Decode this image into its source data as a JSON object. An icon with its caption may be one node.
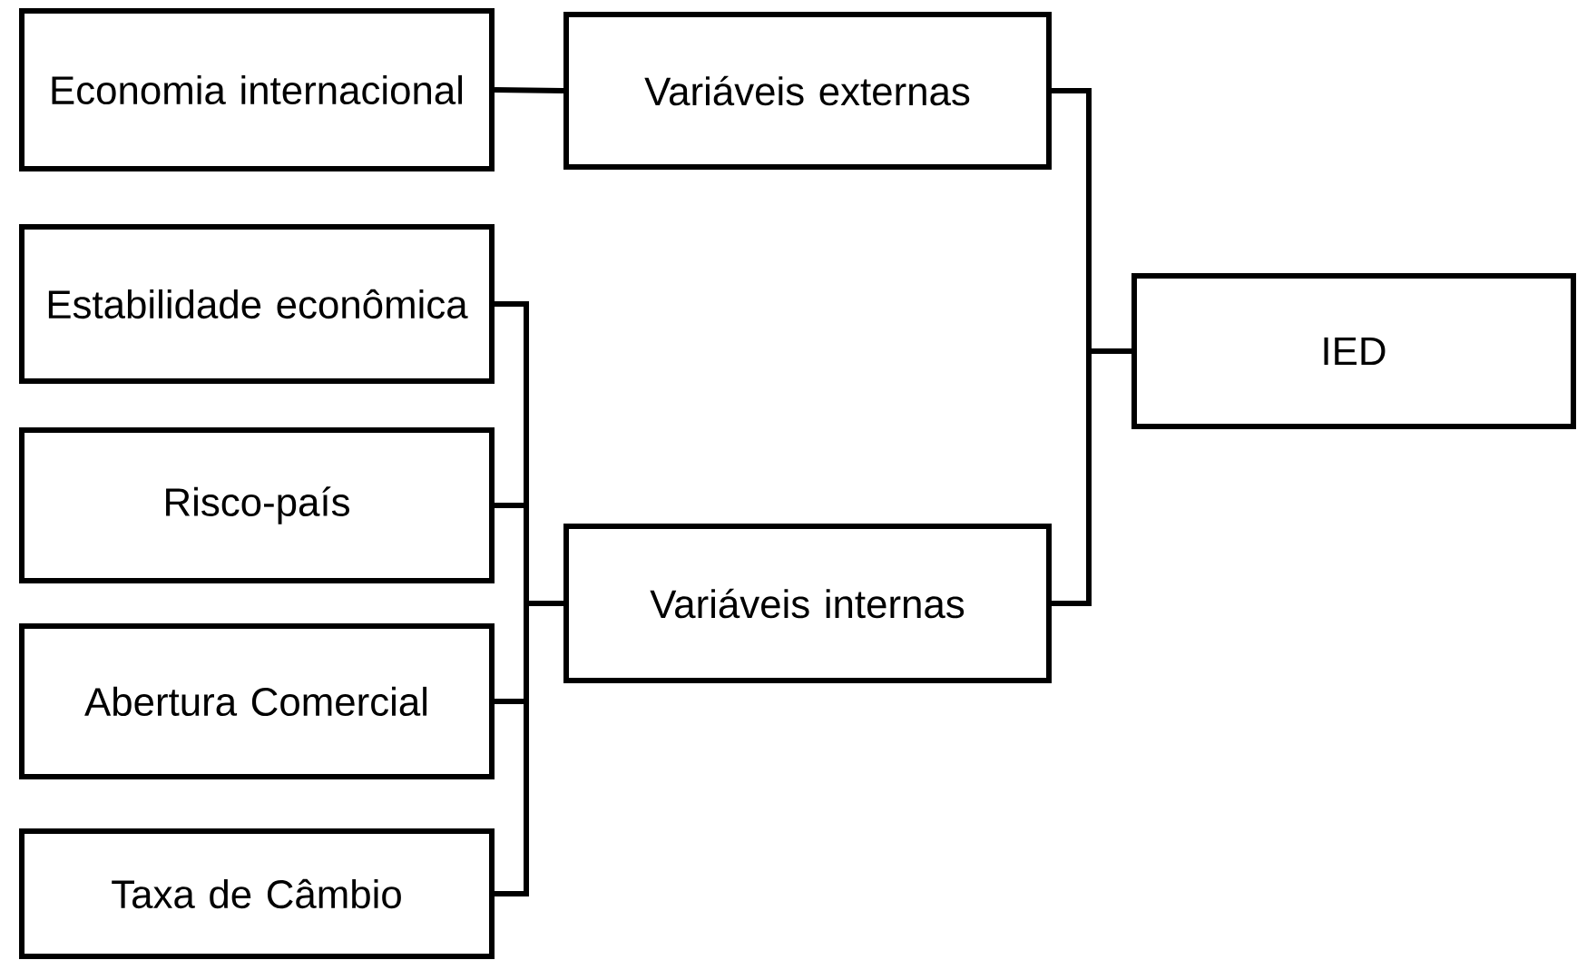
{
  "diagram": {
    "nodes": [
      {
        "text": [
          "Economia internacional"
        ]
      },
      {
        "text": [
          "Variáveis externas"
        ]
      },
      {
        "text": [
          "Estabilidade econômica"
        ]
      },
      {
        "text": [
          "Risco-país"
        ]
      },
      {
        "text": [
          "Abertura Comercial"
        ]
      },
      {
        "text": [
          "Taxa de Câmbio"
        ]
      },
      {
        "text": [
          "Variáveis internas"
        ]
      },
      {
        "text": [
          "IED"
        ]
      }
    ],
    "edges": [
      {
        "from": 0,
        "to": 1,
        "arrow": "none"
      },
      {
        "from": 2,
        "to": 6,
        "arrow": "none"
      },
      {
        "from": 3,
        "to": 6,
        "arrow": "none"
      },
      {
        "from": 4,
        "to": 6,
        "arrow": "none"
      },
      {
        "from": 5,
        "to": 6,
        "arrow": "none"
      },
      {
        "from": 1,
        "to": 7,
        "arrow": "none"
      },
      {
        "from": 6,
        "to": 7,
        "arrow": "none"
      }
    ]
  }
}
